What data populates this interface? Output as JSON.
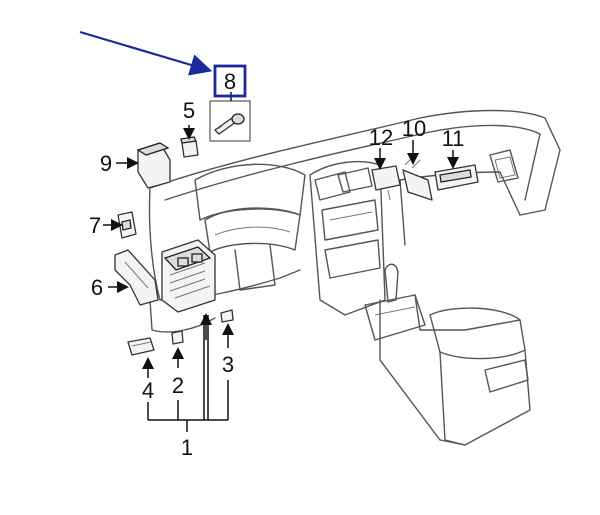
{
  "diagram": {
    "highlighted_callout": "8",
    "highlight_color": "#1a2a9c",
    "pointer_arrow_color": "#1a2a9c",
    "callouts": {
      "c1": "1",
      "c2": "2",
      "c3": "3",
      "c4": "4",
      "c5": "5",
      "c6": "6",
      "c7": "7",
      "c8": "8",
      "c9": "9",
      "c10": "10",
      "c11": "11",
      "c12": "12"
    }
  }
}
